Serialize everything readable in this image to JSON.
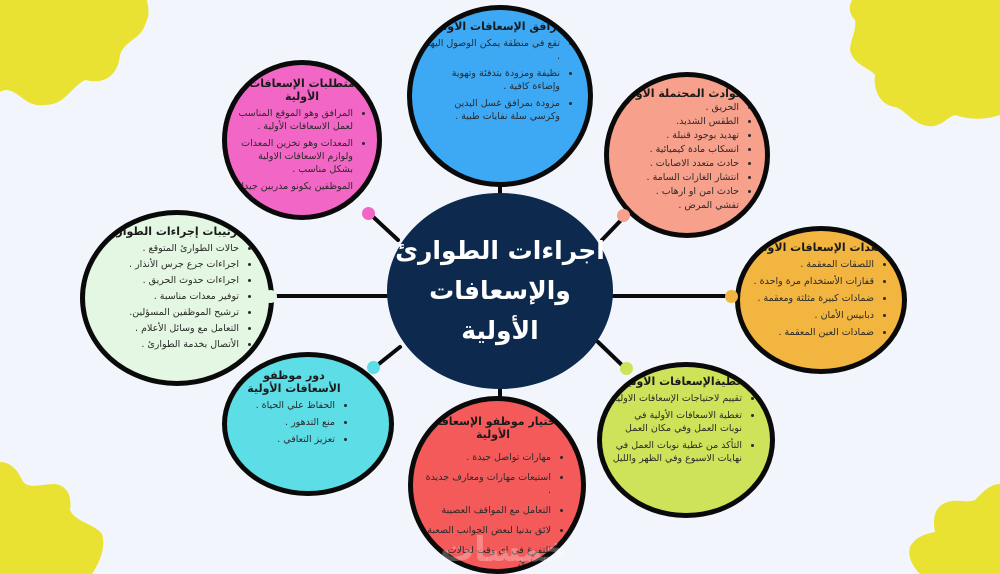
{
  "center": {
    "line1": "اجراءات الطوارئ",
    "line2": "والإسعافات الأولية",
    "color": "#0d2a4e"
  },
  "nodes": {
    "facilities": {
      "title": "مرافق الإسعافات الاولية",
      "color": "#3da9f5",
      "items": [
        "تقع في منطقة يمكن الوصول اليها .",
        "نظيفة ومزودة بتدفئة وتهوية وإضاءة كافية .",
        "مزودة بمرافق غسل اليدين وكرسي سلة نفايات طبية ."
      ]
    },
    "requirements": {
      "title": "متطلبات الإسعافات الأولية",
      "color": "#f266c6",
      "items": [
        "المرافق وهو الموقع المناسب لعمل الاسعافات الأولية .",
        "المعدات وهو تخزين المعدات ولوازم الاسعافات الاولية بشكل مناسب .",
        "الموظفين يكونو مدربين جيدا"
      ]
    },
    "incidents": {
      "title": "الحوادث المحتملة الأولية",
      "color": "#f7a08c",
      "items": [
        "الحريق .",
        "الطقس الشديد.",
        "تهديد بوجود قنبلة .",
        "انسكاب مادة كيميائية .",
        "حادث متعدد الاصابات .",
        "انتشار الغازات السامة .",
        "حادث امن او ارهاب .",
        "تفشي المرض ."
      ]
    },
    "arrangements": {
      "title": "ترتيبات إجراءات الطوارئ",
      "color": "#e4f7e2",
      "items": [
        "حالات الطوارئ المتوقع .",
        "اجراءات جرع جرس الأنذار .",
        "اجراءات حدوث الحريق .",
        "توفير معدات مناسبة .",
        "ترشيح الموظفين المسؤلين.",
        "التعامل مع وسائل الأعلام .",
        "الأتصال بخدمة الطوارئ ."
      ]
    },
    "equipment": {
      "title": "معدات الإسعافات الأولية",
      "color": "#f2b53f",
      "items": [
        "اللصقات المعقمة .",
        "قفازات الأستخدام مرة واحدة .",
        "ضمادات كبيرة مثلثة ومعقمة .",
        "دبابيس الأمان .",
        "ضمادات العين المعقمة ."
      ]
    },
    "role": {
      "title": "دور موظفو الأسعافات الأولية",
      "color": "#5ddde6",
      "items": [
        "الحفاظ علي الحياة .",
        "منع التدهور .",
        "تعزيز التعافي ."
      ]
    },
    "selection": {
      "title": "أختيار موظفو الإسعافات الأولية",
      "color": "#f55a5a",
      "items": [
        "مهارات تواصل جيدة .",
        "استيعات مهارات ومعارف جديدة .",
        "التعامل مع المواقف العصيبة",
        "لائق بدنيا لبعض الجوانب الصعبة",
        "التفرغ في اي وقت لحالات الطوارئ"
      ]
    },
    "coverage": {
      "title": "تغطيةالإسعافات الأولية",
      "color": "#cfe35a",
      "items": [
        "تقييم لاحتياجات الإسعافات الاولية",
        "تغطية الاسعافات الأولية في نوبات العمل وفي مكان العمل",
        "التأكد من غطية نوبات العمل في نهايات الاسبوع وفي الظهر والليل"
      ]
    }
  },
  "decor": {
    "background": "#f2f6fc",
    "blob_color": "#e9e232"
  },
  "watermark": "خمسات"
}
